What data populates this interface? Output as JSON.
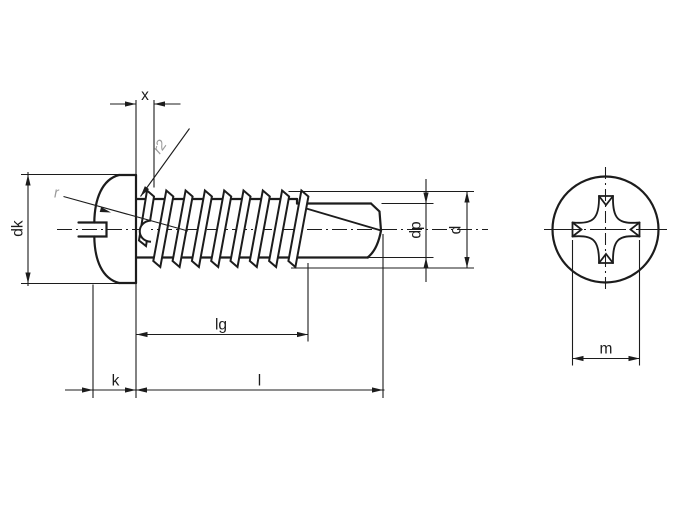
{
  "drawing": {
    "subject": "Self-drilling screw, pan head with cross recess — side view and end view",
    "colors": {
      "line": "#1c1c1c",
      "leader_label": "#9b9b9b",
      "background": "#ffffff"
    }
  },
  "labels": {
    "x": "x",
    "r2": "r2",
    "r": "r",
    "dk": "dk",
    "lg": "lg",
    "k": "k",
    "l": "l",
    "dp": "dp",
    "d": "d",
    "m": "m"
  }
}
